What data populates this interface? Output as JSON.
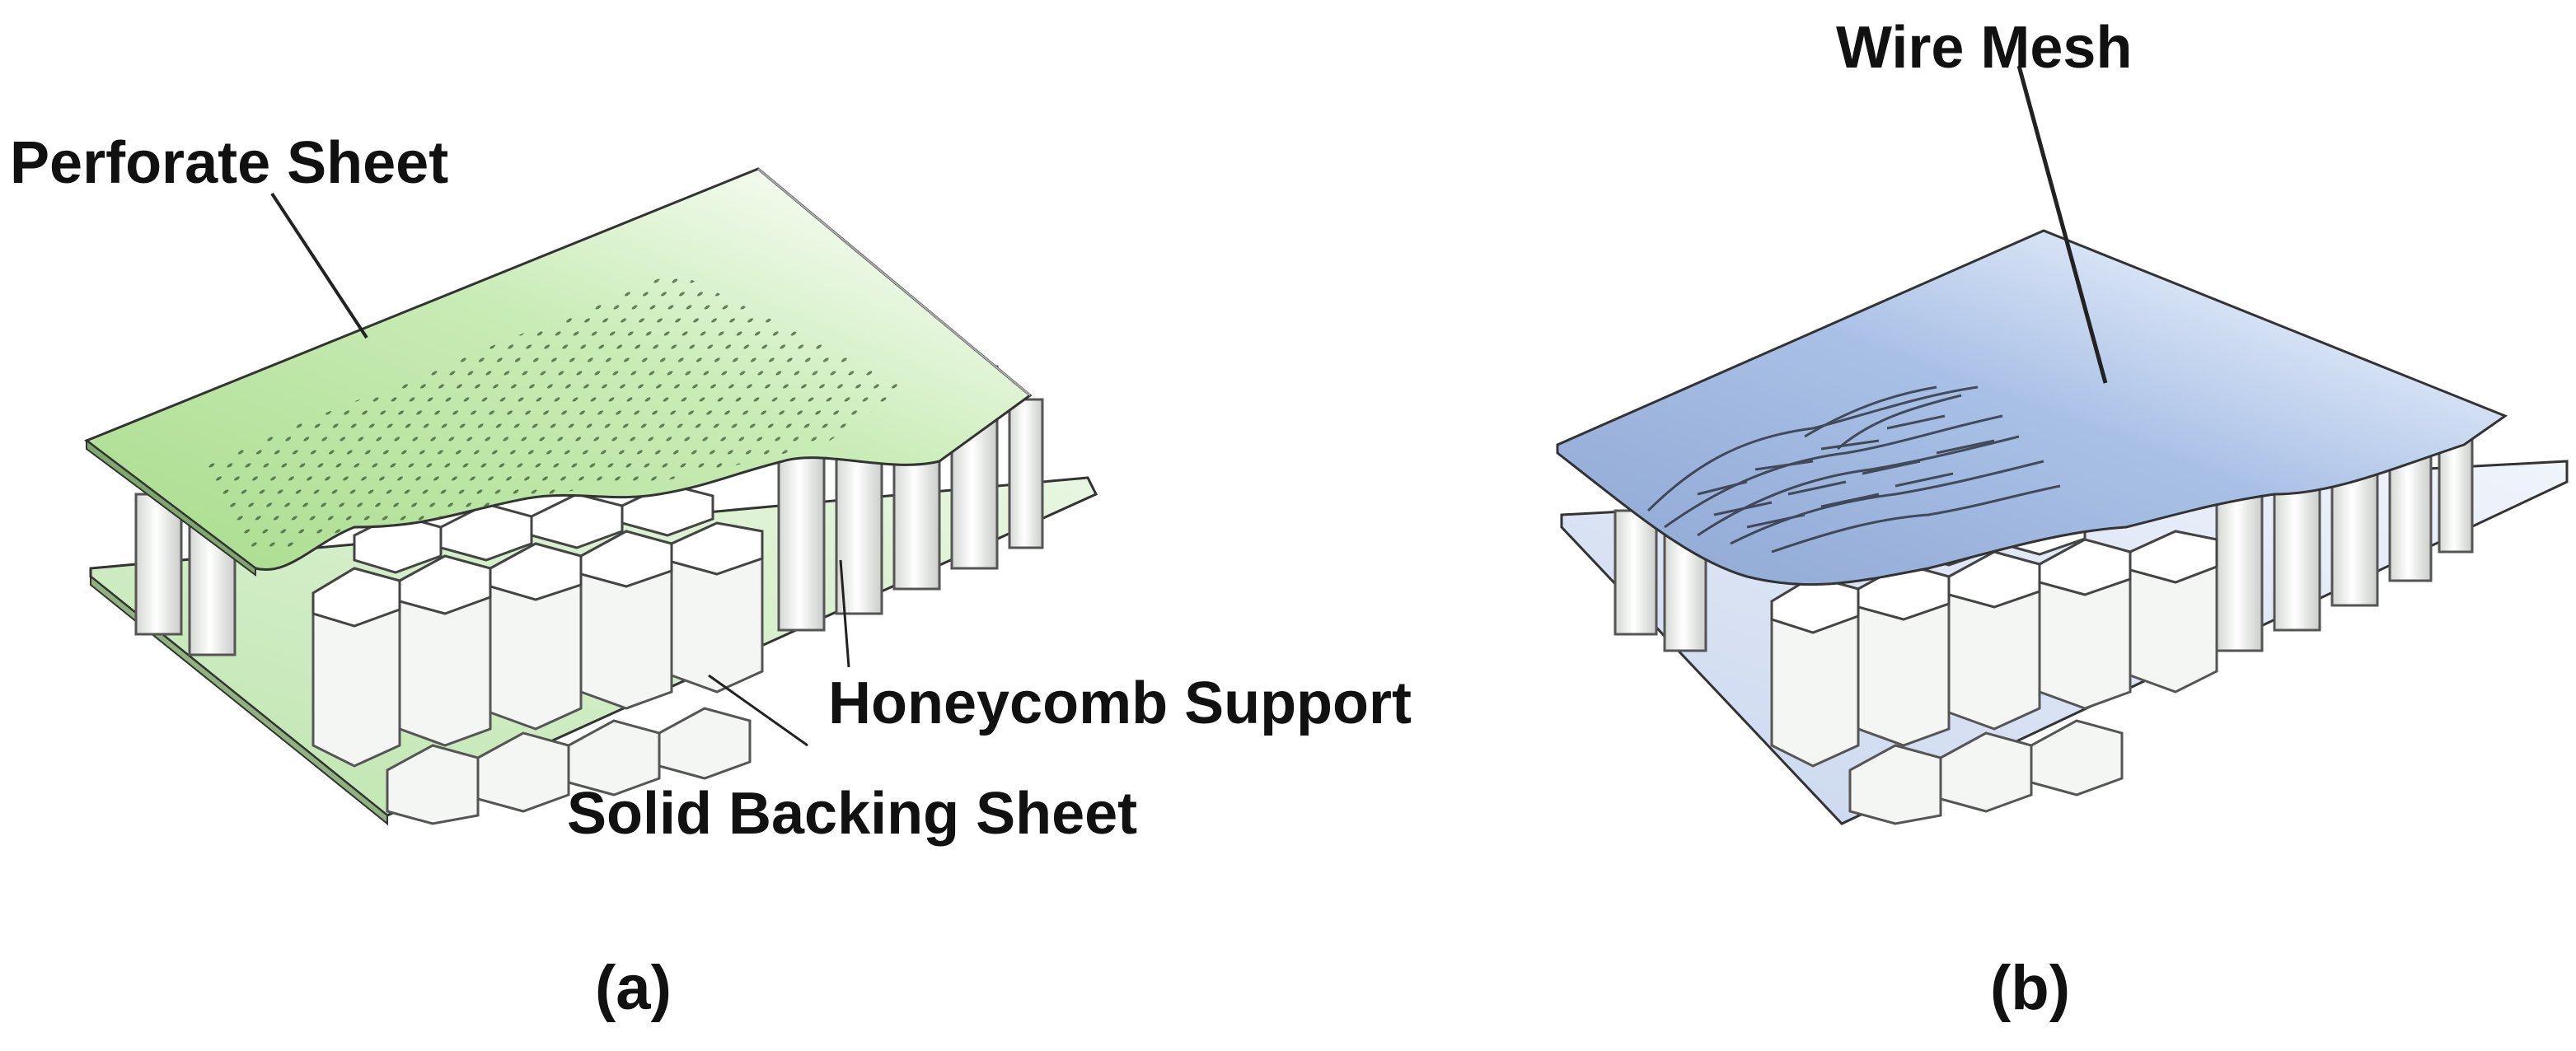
{
  "panel_a": {
    "label": "(a)",
    "callouts": {
      "perforate_sheet": "Perforate Sheet",
      "honeycomb_support": "Honeycomb Support",
      "solid_backing_sheet": "Solid Backing Sheet"
    }
  },
  "panel_b": {
    "label": "(b)",
    "callouts": {
      "wire_mesh": "Wire Mesh"
    }
  },
  "colors": {
    "perforate_sheet": "#b8e4a0",
    "backing_sheet": "#bfe6b0",
    "wire_mesh_sheet": "#9fb8de",
    "honeycomb_wall": "#f2f4f2",
    "outline": "#333333",
    "mesh_fibers": "#2a2f3a"
  }
}
